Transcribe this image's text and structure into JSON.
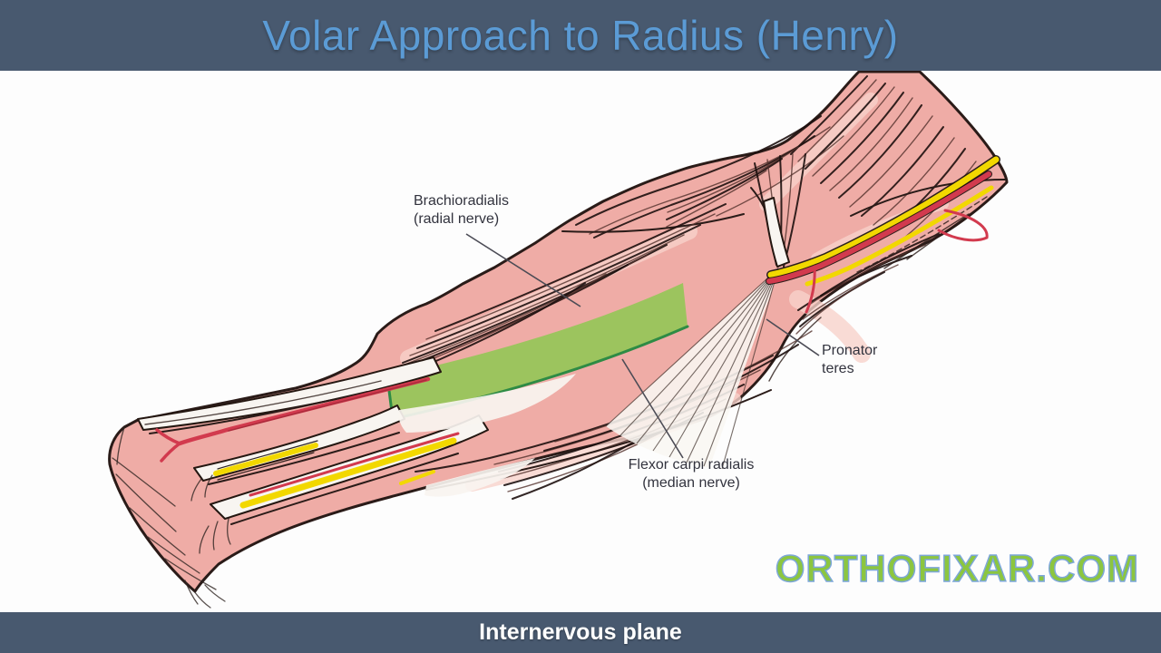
{
  "slide": {
    "title": "Volar Approach to Radius (Henry)",
    "footer_caption": "Internervous plane",
    "watermark": "ORTHOFIXAR.COM"
  },
  "labels": {
    "brachioradialis": {
      "line1": "Brachioradialis",
      "line2": "(radial nerve)"
    },
    "pronator_teres": {
      "line1": "Pronator",
      "line2": "teres"
    },
    "flexor_carpi_radialis": {
      "line1": "Flexor carpi radialis",
      "line2": "(median nerve)"
    }
  },
  "colors": {
    "header_bg": "#48596F",
    "title_text": "#5B9BD5",
    "footer_text": "#FFFFFF",
    "muscle_pink": "#EFACA6",
    "highlight_green": "#9CC45E",
    "highlight_green_edge": "#2E8B45",
    "artery_red": "#D23A4E",
    "nerve_yellow": "#F2D800",
    "watermark_green": "#8CC63F",
    "watermark_outline": "#7DA7D9"
  }
}
